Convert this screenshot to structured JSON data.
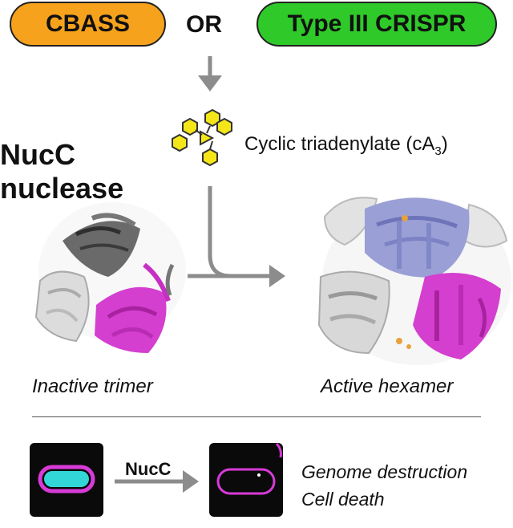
{
  "top": {
    "left_pill": "CBASS",
    "connector": "OR",
    "right_pill": "Type III CRISPR"
  },
  "ligand": {
    "label": "Cyclic triadenylate (cA",
    "subscript": "3",
    "suffix": ")"
  },
  "enzyme": {
    "line1": "NucC",
    "line2": "nuclease"
  },
  "structures": {
    "left_caption": "Inactive trimer",
    "right_caption": "Active hexamer"
  },
  "cell_panel": {
    "arrow_label": "NucC",
    "outcome_1": "Genome destruction",
    "outcome_2": "Cell death"
  },
  "colors": {
    "cbass_fill": "#f6a21c",
    "crispr_fill": "#2fc92a",
    "ligand_fill": "#f5e61a",
    "arrow": "#8c8c8c",
    "protein_dark": "#5a5a5a",
    "protein_light": "#d8d8d8",
    "protein_magenta": "#d43fcf",
    "protein_lavender": "#9a9fd6",
    "cell_membrane": "#d83ad8",
    "cell_dna": "#33d6d6"
  }
}
